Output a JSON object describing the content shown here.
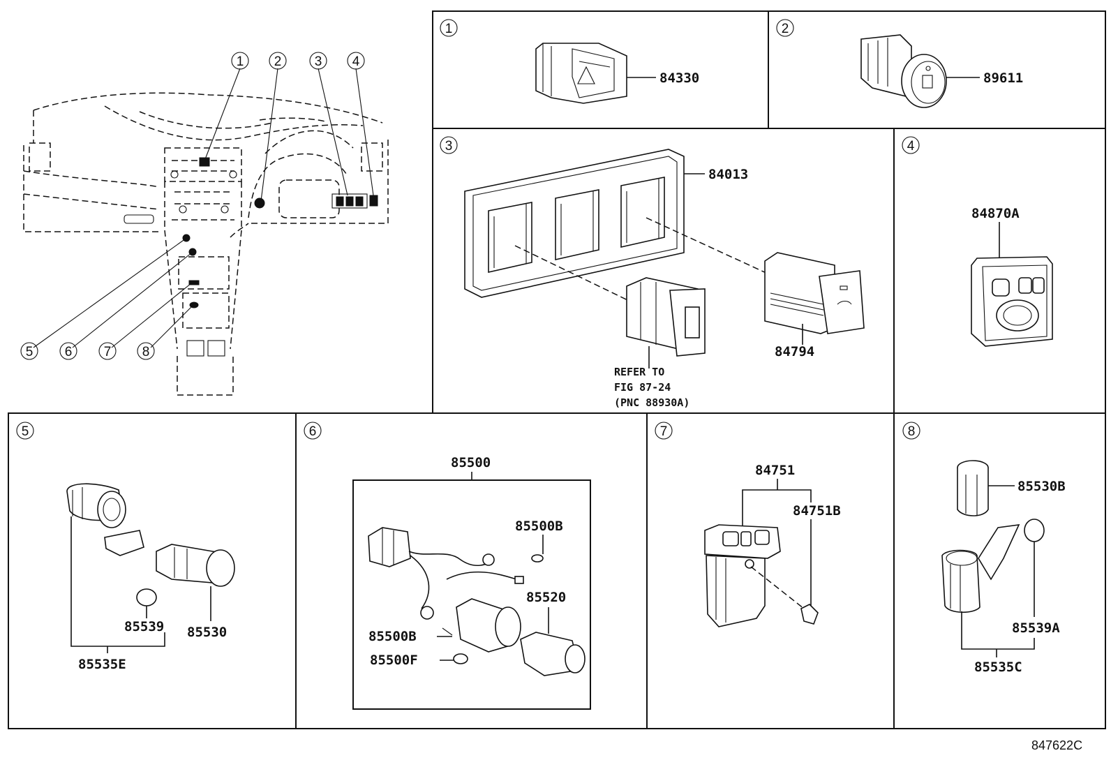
{
  "overview": {
    "callouts": [
      "1",
      "2",
      "3",
      "4",
      "5",
      "6",
      "7",
      "8"
    ]
  },
  "panels": [
    {
      "num": "1",
      "labels": [
        "84330"
      ]
    },
    {
      "num": "2",
      "labels": [
        "89611"
      ]
    },
    {
      "num": "3",
      "labels": [
        "84013",
        "84794"
      ],
      "note": [
        "REFER TO",
        "FIG 87-24",
        "(PNC 88930A)"
      ]
    },
    {
      "num": "4",
      "labels": [
        "84870A"
      ]
    },
    {
      "num": "5",
      "labels": [
        "85539",
        "85530",
        "85535E"
      ]
    },
    {
      "num": "6",
      "labels": [
        "85500",
        "85500B",
        "85520",
        "85500B",
        "85500F"
      ]
    },
    {
      "num": "7",
      "labels": [
        "84751",
        "84751B"
      ]
    },
    {
      "num": "8",
      "labels": [
        "85530B",
        "85539A",
        "85535C"
      ]
    }
  ],
  "figure_code": "847622C"
}
